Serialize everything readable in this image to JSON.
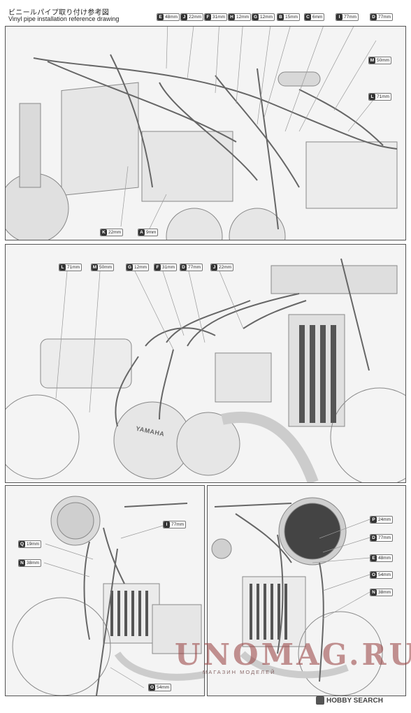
{
  "header": {
    "title_jp": "ビニールパイプ取り付け参考図",
    "title_en": "Vinyl pipe installation reference drawing"
  },
  "panel1": {
    "tags": [
      {
        "letter": "E",
        "size": "48mm"
      },
      {
        "letter": "J",
        "size": "22mm"
      },
      {
        "letter": "F",
        "size": "31mm"
      },
      {
        "letter": "H",
        "size": "12mm"
      },
      {
        "letter": "G",
        "size": "12mm"
      },
      {
        "letter": "B",
        "size": "15mm"
      },
      {
        "letter": "C",
        "size": "6mm"
      },
      {
        "letter": "I",
        "size": "77mm"
      },
      {
        "letter": "D",
        "size": "77mm"
      },
      {
        "letter": "M",
        "size": "50mm"
      },
      {
        "letter": "L",
        "size": "71mm"
      },
      {
        "letter": "K",
        "size": "22mm"
      },
      {
        "letter": "A",
        "size": "9mm"
      }
    ]
  },
  "panel2": {
    "tags": [
      {
        "letter": "L",
        "size": "71mm"
      },
      {
        "letter": "M",
        "size": "50mm"
      },
      {
        "letter": "G",
        "size": "12mm"
      },
      {
        "letter": "F",
        "size": "31mm"
      },
      {
        "letter": "D",
        "size": "77mm"
      },
      {
        "letter": "J",
        "size": "22mm"
      }
    ],
    "engine_text": "YAMAHA"
  },
  "panel3": {
    "tags": [
      {
        "letter": "I",
        "size": "77mm"
      },
      {
        "letter": "Q",
        "size": "19mm"
      },
      {
        "letter": "N",
        "size": "38mm"
      },
      {
        "letter": "O",
        "size": "54mm"
      }
    ]
  },
  "panel4": {
    "tags": [
      {
        "letter": "P",
        "size": "24mm"
      },
      {
        "letter": "D",
        "size": "77mm"
      },
      {
        "letter": "E",
        "size": "48mm"
      },
      {
        "letter": "O",
        "size": "54mm"
      },
      {
        "letter": "N",
        "size": "38mm"
      }
    ]
  },
  "watermark": {
    "main": "UNOMAG.RU",
    "sub": "МАГАЗИН МОДЕЛЕЙ"
  },
  "footer": {
    "brand": "HOBBY SEARCH"
  }
}
